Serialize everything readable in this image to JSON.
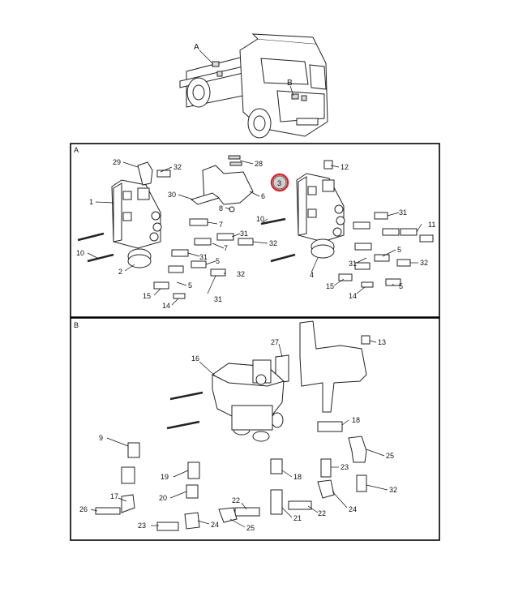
{
  "overview": {
    "labels": {
      "a": "A",
      "b": "B"
    }
  },
  "panel_a": {
    "label": "A",
    "callouts": [
      "29",
      "32",
      "28",
      "12",
      "1",
      "30",
      "8",
      "6",
      "3",
      "7",
      "10",
      "31",
      "32",
      "11",
      "10",
      "7",
      "31",
      "2",
      "5",
      "32",
      "4",
      "31",
      "32",
      "5",
      "15",
      "14",
      "31",
      "5",
      "15",
      "14",
      "5"
    ]
  },
  "panel_b": {
    "label": "B",
    "callouts": [
      "27",
      "13",
      "16",
      "18",
      "9",
      "25",
      "23",
      "19",
      "18",
      "32",
      "17",
      "20",
      "22",
      "24",
      "26",
      "21",
      "22",
      "23",
      "24",
      "25"
    ]
  },
  "highlight": {
    "callout": "3",
    "color": "#d8232a"
  }
}
